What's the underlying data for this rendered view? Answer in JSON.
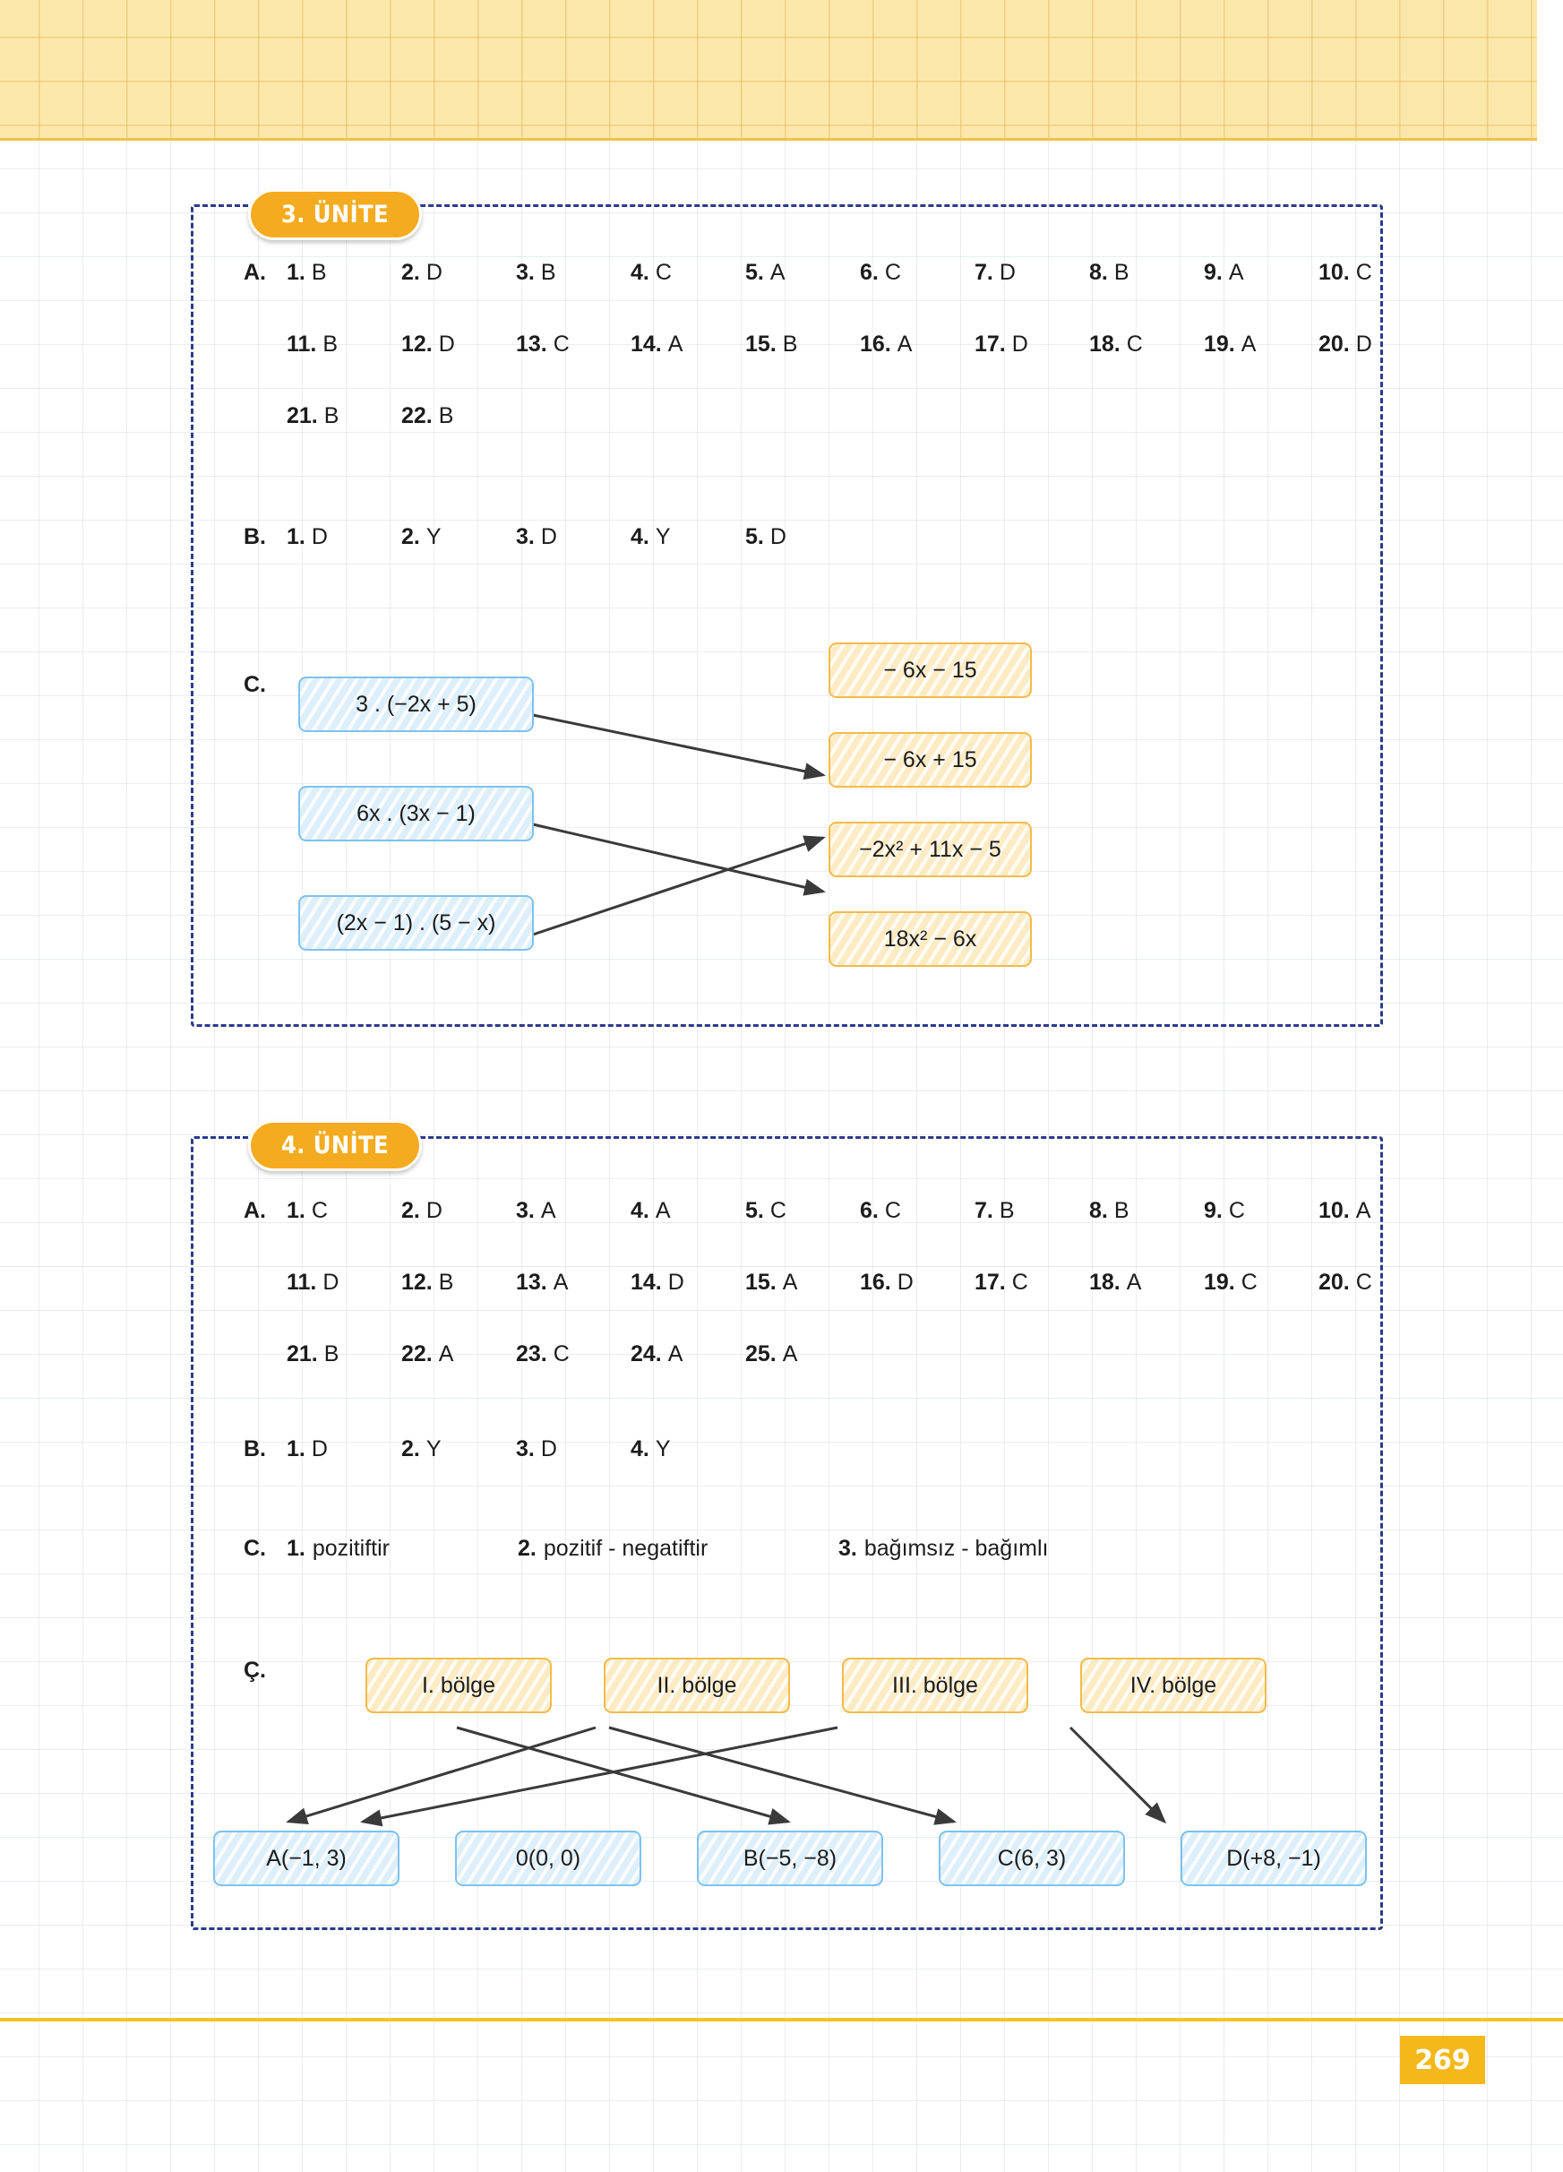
{
  "page": {
    "number": "269"
  },
  "units": [
    {
      "badge": "3. ÜNİTE",
      "sections": [
        {
          "label": "A.",
          "rows": [
            [
              {
                "n": "1.",
                "v": "B"
              },
              {
                "n": "2.",
                "v": "D"
              },
              {
                "n": "3.",
                "v": "B"
              },
              {
                "n": "4.",
                "v": "C"
              },
              {
                "n": "5.",
                "v": "A"
              },
              {
                "n": "6.",
                "v": "C"
              },
              {
                "n": "7.",
                "v": "D"
              },
              {
                "n": "8.",
                "v": "B"
              },
              {
                "n": "9.",
                "v": "A"
              },
              {
                "n": "10.",
                "v": "C"
              }
            ],
            [
              {
                "n": "11.",
                "v": "B"
              },
              {
                "n": "12.",
                "v": "D"
              },
              {
                "n": "13.",
                "v": "C"
              },
              {
                "n": "14.",
                "v": "A"
              },
              {
                "n": "15.",
                "v": "B"
              },
              {
                "n": "16.",
                "v": "A"
              },
              {
                "n": "17.",
                "v": "D"
              },
              {
                "n": "18.",
                "v": "C"
              },
              {
                "n": "19.",
                "v": "A"
              },
              {
                "n": "20.",
                "v": "D"
              }
            ],
            [
              {
                "n": "21.",
                "v": "B"
              },
              {
                "n": "22.",
                "v": "B"
              }
            ]
          ]
        },
        {
          "label": "B.",
          "rows": [
            [
              {
                "n": "1.",
                "v": "D"
              },
              {
                "n": "2.",
                "v": "Y"
              },
              {
                "n": "3.",
                "v": "D"
              },
              {
                "n": "4.",
                "v": "Y"
              },
              {
                "n": "5.",
                "v": "D"
              }
            ]
          ]
        }
      ],
      "match": {
        "label": "C.",
        "left": [
          "3 . (−2x + 5)",
          "6x . (3x − 1)",
          "(2x − 1) . (5 − x)"
        ],
        "right": [
          "− 6x − 15",
          "− 6x + 15",
          "−2x² + 11x − 5",
          "18x² − 6x"
        ],
        "links": [
          {
            "from": 0,
            "to": 1
          },
          {
            "from": 1,
            "to": 3
          },
          {
            "from": 2,
            "to": 2
          }
        ]
      }
    },
    {
      "badge": "4. ÜNİTE",
      "sections": [
        {
          "label": "A.",
          "rows": [
            [
              {
                "n": "1.",
                "v": "C"
              },
              {
                "n": "2.",
                "v": "D"
              },
              {
                "n": "3.",
                "v": "A"
              },
              {
                "n": "4.",
                "v": "A"
              },
              {
                "n": "5.",
                "v": "C"
              },
              {
                "n": "6.",
                "v": "C"
              },
              {
                "n": "7.",
                "v": "B"
              },
              {
                "n": "8.",
                "v": "B"
              },
              {
                "n": "9.",
                "v": "C"
              },
              {
                "n": "10.",
                "v": "A"
              }
            ],
            [
              {
                "n": "11.",
                "v": "D"
              },
              {
                "n": "12.",
                "v": "B"
              },
              {
                "n": "13.",
                "v": "A"
              },
              {
                "n": "14.",
                "v": "D"
              },
              {
                "n": "15.",
                "v": "A"
              },
              {
                "n": "16.",
                "v": "D"
              },
              {
                "n": "17.",
                "v": "C"
              },
              {
                "n": "18.",
                "v": "A"
              },
              {
                "n": "19.",
                "v": "C"
              },
              {
                "n": "20.",
                "v": "C"
              }
            ],
            [
              {
                "n": "21.",
                "v": "B"
              },
              {
                "n": "22.",
                "v": "A"
              },
              {
                "n": "23.",
                "v": "C"
              },
              {
                "n": "24.",
                "v": "A"
              },
              {
                "n": "25.",
                "v": "A"
              }
            ]
          ]
        },
        {
          "label": "B.",
          "rows": [
            [
              {
                "n": "1.",
                "v": "D"
              },
              {
                "n": "2.",
                "v": "Y"
              },
              {
                "n": "3.",
                "v": "D"
              },
              {
                "n": "4.",
                "v": "Y"
              }
            ]
          ]
        }
      ],
      "text_section": {
        "label": "C.",
        "items": [
          {
            "n": "1.",
            "v": "pozitiftir"
          },
          {
            "n": "2.",
            "v": "pozitif - negatiftir"
          },
          {
            "n": "3.",
            "v": "bağımsız - bağımlı"
          }
        ]
      },
      "match": {
        "label": "Ç.",
        "top": [
          "I. bölge",
          "II. bölge",
          "III. bölge",
          "IV. bölge"
        ],
        "bottom": [
          "A(−1, 3)",
          "0(0, 0)",
          "B(−5, −8)",
          "C(6, 3)",
          "D(+8, −1)"
        ],
        "links": [
          {
            "from": 0,
            "to": 2
          },
          {
            "from": 1,
            "to": 0
          },
          {
            "from": 2,
            "to": 0
          },
          {
            "from": 3,
            "to": 4
          }
        ]
      }
    }
  ],
  "colors": {
    "badge_orange": "#f5ab1f",
    "panel_blue": "#2b3a8f",
    "panel_orange": "#f5b324",
    "box_blue_fill": "#ddeffb",
    "box_blue_border": "#7ec2ef",
    "box_orange_fill": "#fdebc4",
    "box_orange_border": "#f2bb4a",
    "page_number_bg": "#f5b819"
  }
}
